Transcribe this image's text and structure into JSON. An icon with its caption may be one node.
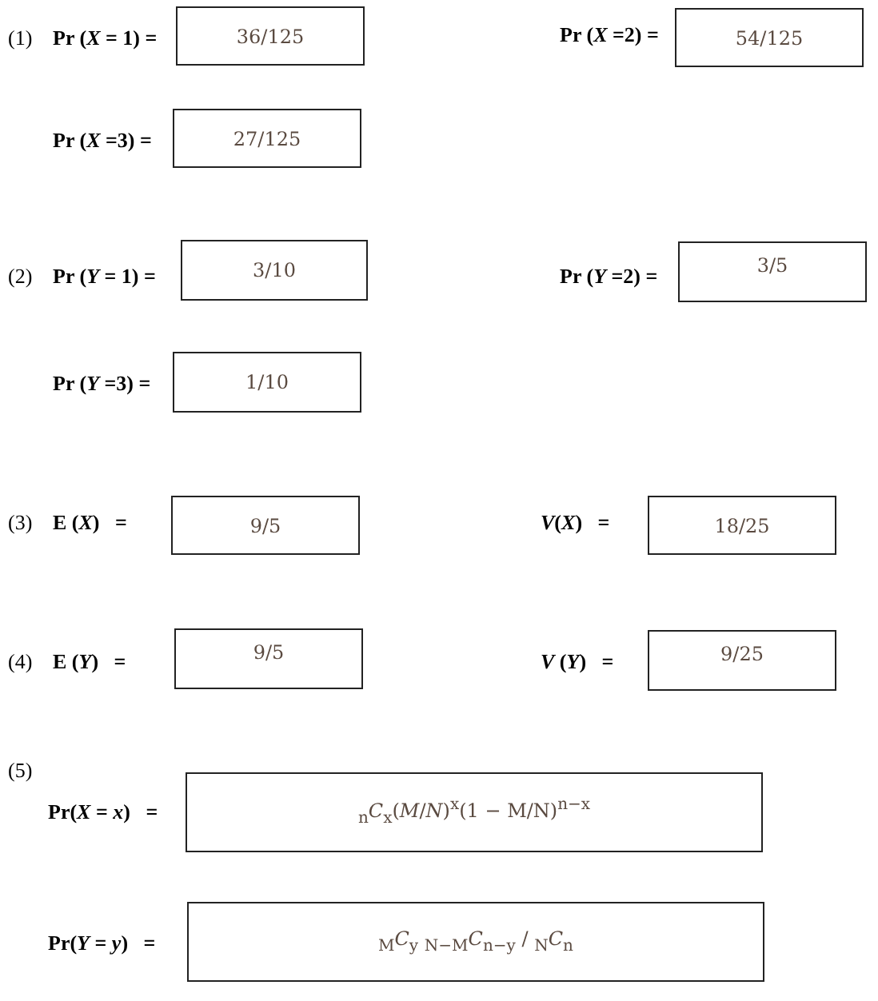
{
  "diagram": {
    "nodes": [
      {
        "text": [
          "36/125"
        ],
        "beside": [
          "Pr (*X* = 1) ="
        ]
      },
      {
        "text": [
          "54/125"
        ],
        "beside": [
          "Pr (*X* =2) ="
        ]
      },
      {
        "text": [
          "27/125"
        ],
        "beside": [
          "Pr (*X* =3) ="
        ]
      },
      {
        "text": [
          "3/10"
        ],
        "beside": [
          "Pr (*Y* = 1) ="
        ]
      },
      {
        "text": [
          "3/5"
        ],
        "beside": [
          "Pr (*Y* =2) ="
        ]
      },
      {
        "text": [
          "1/10"
        ],
        "beside": [
          "Pr (*Y* =3) ="
        ]
      },
      {
        "text": [
          "9/5"
        ],
        "beside": [
          "E (*X*)   ="
        ]
      },
      {
        "text": [
          "18/25"
        ],
        "beside": [
          "*V*(*X*)   ="
        ]
      },
      {
        "text": [
          "9/5"
        ],
        "beside": [
          "E (*Y*)   ="
        ]
      },
      {
        "text": [
          "9/25"
        ],
        "beside": [
          "*V* (*Y*)   ="
        ]
      },
      {
        "text": [
          "$_{n}$*C*$_{x}$(*M*/*N*)$^{x}$(1 − M/N)$^{n−x}$"
        ],
        "beside": [
          "Pr(*X* = *x*)   ="
        ]
      },
      {
        "text": [
          "$_{M}$*C*$_{y}$  $_{N−M}$*C*$_{n−y}$  /  $_{N}$*C*$_{n}$"
        ],
        "beside": [
          "Pr(*Y* = *y*)   ="
        ]
      }
    ],
    "labels": [
      "(1)",
      "(2)",
      "(3)",
      "(4)",
      "(5)"
    ]
  }
}
